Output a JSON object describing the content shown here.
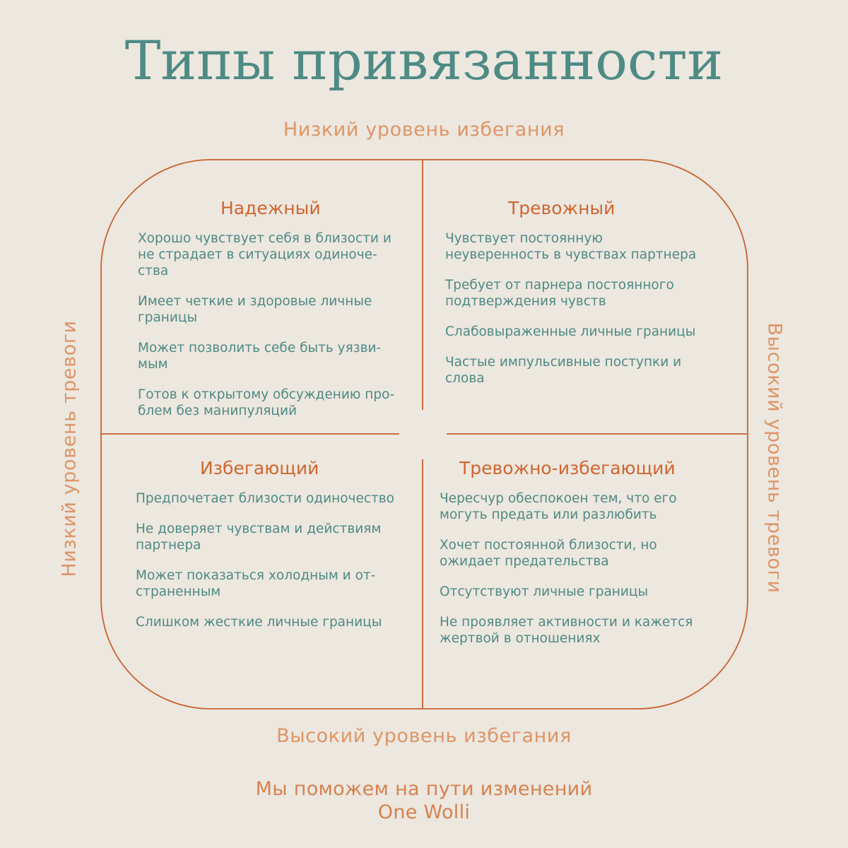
{
  "title": "Типы привязанности",
  "axes": {
    "top": "Низкий уровень избегания",
    "bottom": "Высокий уровень избегания",
    "left": "Низкий уровень тревоги",
    "right": "Высокий уровень тревоги"
  },
  "quadrants": {
    "secure": {
      "title": "Надежный",
      "items": [
        "Хорошо чувствует себя в близости и\nне страдает в ситуациях одиноче-\nства",
        "Имеет четкие и здоровые личные\nграницы",
        "Может позволить себе быть уязви-\nмым",
        "Готов к открытому обсуждению про-\nблем без манипуляций"
      ]
    },
    "anxious": {
      "title": "Тревожный",
      "items": [
        "Чувствует постоянную\nнеуверенность в чувствах партнера",
        "Требует от парнера постоянного\nподтверждения чувств",
        "Слабовыраженные личные границы",
        "Частые импульсивные поступки и\nслова"
      ]
    },
    "avoidant": {
      "title": "Избегающий",
      "items": [
        "Предпочетает близости одиночество",
        "Не доверяет чувствам и действиям\nпартнера",
        "Может показаться холодным и от-\nстраненным",
        "Слишком жесткие личные границы"
      ]
    },
    "fearful": {
      "title": "Тревожно-избегающий",
      "items": [
        "Чересчур обеспокоен тем, что его\nмогуть предать или разлюбить",
        "Хочет постоянной близости, но\nожидает предательства",
        "Отсутствуют личные границы",
        "Не проявляет активности и кажется\nжертвой в отношениях"
      ]
    }
  },
  "footer": {
    "line1": "Мы поможем на пути изменений",
    "line2": "One Wolli"
  },
  "colors": {
    "background": "#ece7df",
    "teal": "#4f8a84",
    "orange": "#d0652f",
    "light_orange": "#de9566"
  }
}
